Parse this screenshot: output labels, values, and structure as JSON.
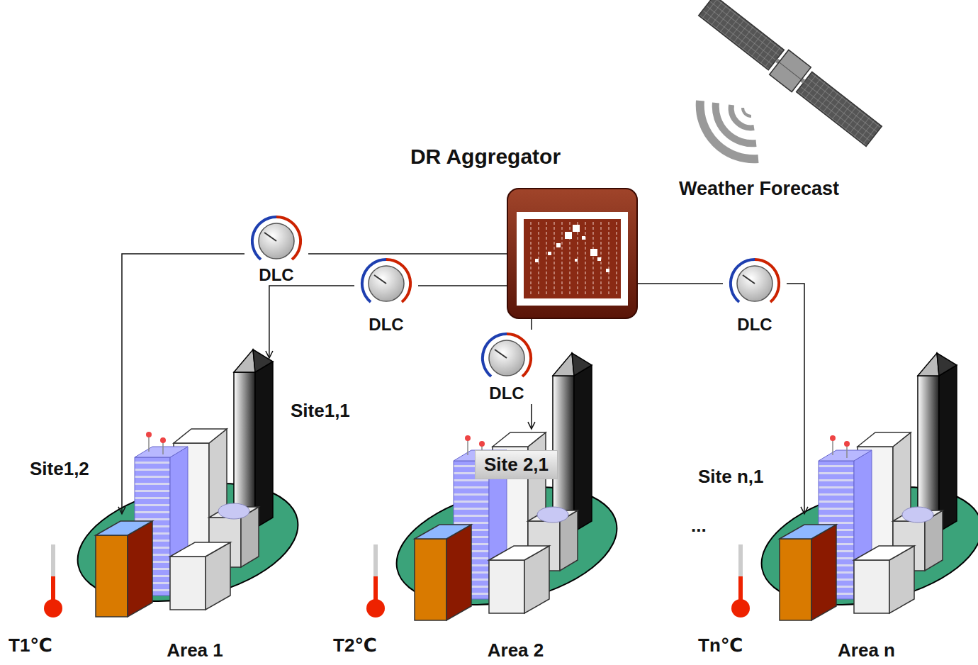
{
  "diagram": {
    "nodes": [
      {
        "text": [
          "DR Aggregator"
        ]
      },
      {
        "text": [
          "DLC"
        ]
      },
      {
        "text": [
          "DLC"
        ]
      },
      {
        "text": [
          "DLC"
        ]
      },
      {
        "text": [
          "DLC"
        ]
      },
      {
        "text": [
          "Area 1"
        ]
      },
      {
        "text": [
          "Area 2"
        ]
      },
      {
        "text": [
          "Site 2,1"
        ],
        "in": 6
      },
      {
        "text": [
          "Area n"
        ]
      }
    ],
    "edges": [
      {
        "from": 0,
        "to": 1,
        "arrow": "none"
      },
      {
        "from": 1,
        "to": 5,
        "arrow": "to"
      },
      {
        "from": 0,
        "to": 2,
        "arrow": "none"
      },
      {
        "from": 2,
        "to": 5,
        "arrow": "to"
      },
      {
        "from": 0,
        "to": 3,
        "arrow": "none"
      },
      {
        "from": 3,
        "to": 6,
        "arrow": "to"
      },
      {
        "from": 0,
        "to": 4,
        "arrow": "none"
      },
      {
        "from": 4,
        "to": 8,
        "arrow": "to"
      }
    ],
    "labels": [
      "Weather Forecast",
      "Site1,1",
      "Site1,2",
      "Site n,1",
      "...",
      "T1℃",
      "T2℃",
      "Tn℃"
    ]
  }
}
